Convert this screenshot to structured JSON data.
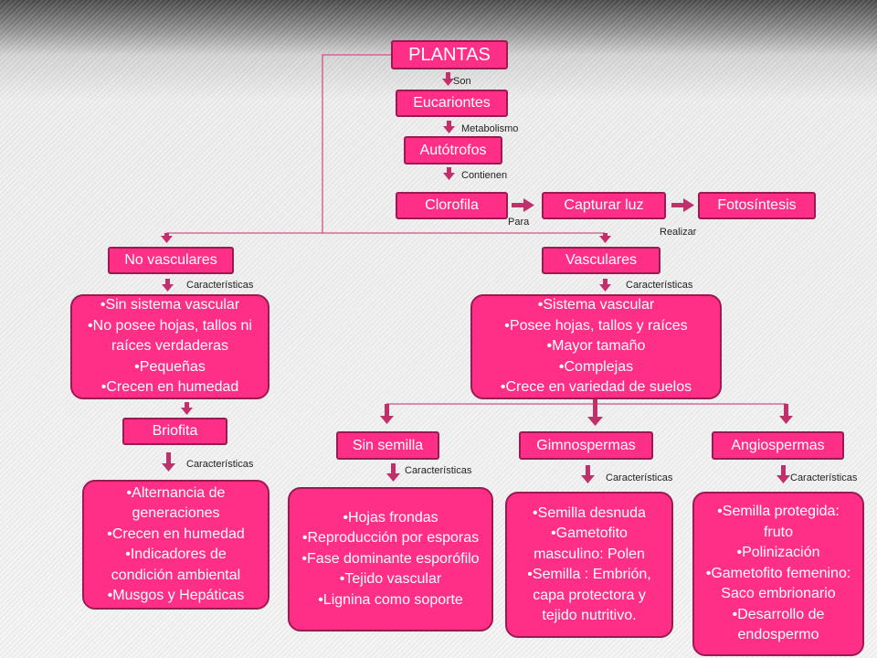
{
  "colors": {
    "node_fill": "#ff2f87",
    "node_border": "#9b1a4f",
    "arrow": "#c2306c",
    "line": "#d64f86"
  },
  "nodes": {
    "plantas": "PLANTAS",
    "eucariontes": "Eucariontes",
    "autotrofos": "Autótrofos",
    "clorofila": "Clorofila",
    "capturar_luz": "Capturar luz",
    "fotosintesis": "Fotosíntesis",
    "no_vasculares": "No vasculares",
    "vasculares": "Vasculares",
    "briofita": "Briofita",
    "sin_semilla": "Sin semilla",
    "gimnospermas": "Gimnospermas",
    "angiospermas": "Angiospermas"
  },
  "labels": {
    "son": "Son",
    "metabolismo": "Metabolismo",
    "contienen": "Contienen",
    "para": "Para",
    "realizar": "Realizar",
    "caracteristicas": "Características"
  },
  "cards": {
    "no_vasculares": [
      "Sin sistema vascular",
      "No posee hojas, tallos ni raíces verdaderas",
      "Pequeñas",
      "Crecen en humedad"
    ],
    "vasculares": [
      "Sistema vascular",
      "Posee hojas, tallos y raíces",
      "Mayor tamaño",
      "Complejas",
      "Crece en variedad de suelos"
    ],
    "briofita": [
      "Alternancia de generaciones",
      "Crecen en humedad",
      "Indicadores  de condición ambiental",
      "Musgos y Hepáticas"
    ],
    "sin_semilla": [
      "Hojas frondas",
      "Reproducción por esporas",
      "Fase dominante esporófilo",
      "Tejido vascular",
      "Lignina como soporte"
    ],
    "gimnospermas": [
      "Semilla desnuda",
      "Gametofito masculino: Polen",
      "Semilla : Embrión, capa protectora y tejido nutritivo."
    ],
    "angiospermas": [
      "Semilla protegida: fruto",
      "Polinización",
      "Gametofito femenino: Saco embrionario",
      "Desarrollo de endospermo"
    ]
  }
}
